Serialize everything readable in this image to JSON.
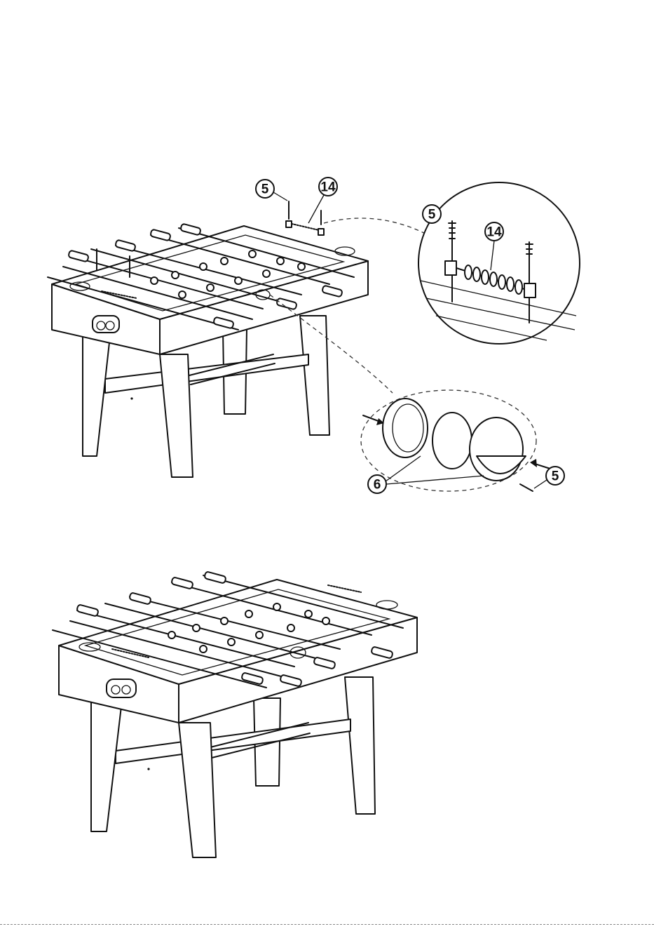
{
  "callouts": {
    "screw": "5",
    "spring_rail": "14",
    "ring": "6"
  },
  "colors": {
    "line": "#111111",
    "background": "#ffffff"
  }
}
